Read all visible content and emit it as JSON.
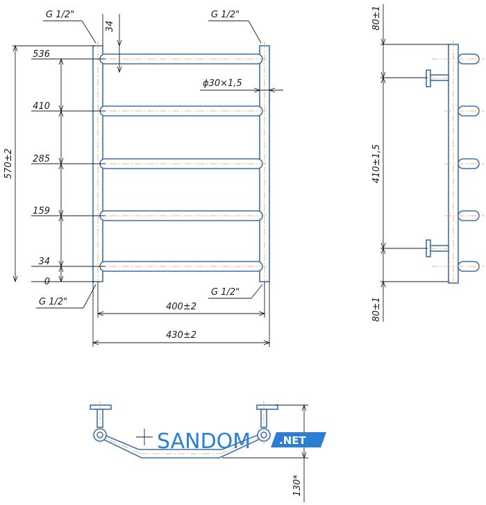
{
  "front_view": {
    "top_left_thread": "G 1/2\"",
    "top_right_thread": "G 1/2\"",
    "bottom_left_thread": "G 1/2\"",
    "bottom_right_thread": "G 1/2\"",
    "top_offset": "34",
    "tube_spec": "ϕ30×1,5",
    "total_height": "570±2",
    "inner_width": "400±2",
    "total_width": "430±2",
    "rung_levels": [
      "536",
      "410",
      "285",
      "159",
      "34",
      "0"
    ]
  },
  "side_view": {
    "top_offset": "80±1",
    "center_distance": "410±1,5",
    "bottom_offset": "80±1"
  },
  "top_view": {
    "depth": "130*"
  },
  "watermark": {
    "main": "SANDOM",
    "suffix": ".NET"
  }
}
